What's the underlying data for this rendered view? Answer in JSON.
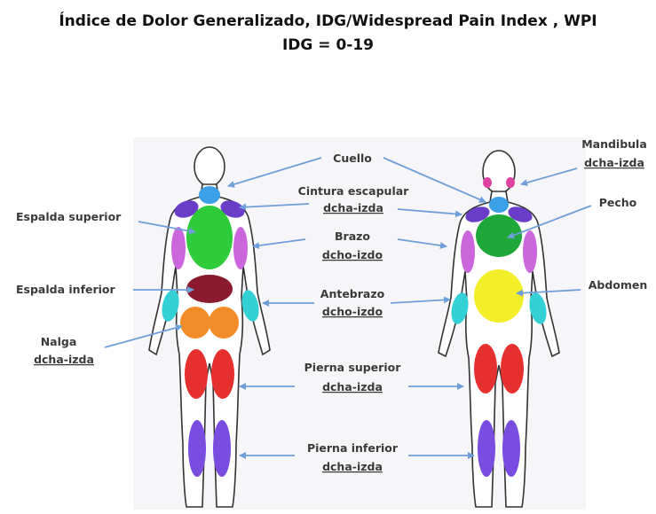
{
  "title": {
    "line1": "Índice de Dolor Generalizado, IDG/Widespread Pain Index , WPI",
    "line2": "IDG = 0-19"
  },
  "labels": {
    "cuello": "Cuello",
    "cintura_1": "Cintura escapular",
    "cintura_2": "dcha-izda",
    "brazo_1": "Brazo",
    "brazo_2": "dcho-izdo",
    "antebrazo_1": "Antebrazo",
    "antebrazo_2": "dcho-izdo",
    "pierna_sup_1": "Pierna superior",
    "pierna_sup_2": "dcha-izda",
    "pierna_inf_1": "Pierna inferior",
    "pierna_inf_2": "dcha-izda",
    "espalda_superior": "Espalda superior",
    "espalda_inferior": "Espalda inferior",
    "nalga_1": "Nalga",
    "nalga_2": "dcha-izda",
    "mandibula_1": "Mandibula",
    "mandibula_2": "dcha-izda",
    "pecho": "Pecho",
    "abdomen": "Abdomen"
  },
  "colors": {
    "neck": "#3ba0e6",
    "shoulder_girdle": "#6a3cc8",
    "upper_back": "#2ecc3a",
    "chest": "#1fa83a",
    "upper_arm": "#cc66dd",
    "lower_back": "#8b1a2e",
    "forearm": "#33d1d6",
    "buttock": "#f28c28",
    "abdomen": "#f2ee2a",
    "upper_leg": "#e63030",
    "lower_leg": "#7a4ce0",
    "jaw": "#e040a0",
    "arrow": "#6f9fd8"
  }
}
